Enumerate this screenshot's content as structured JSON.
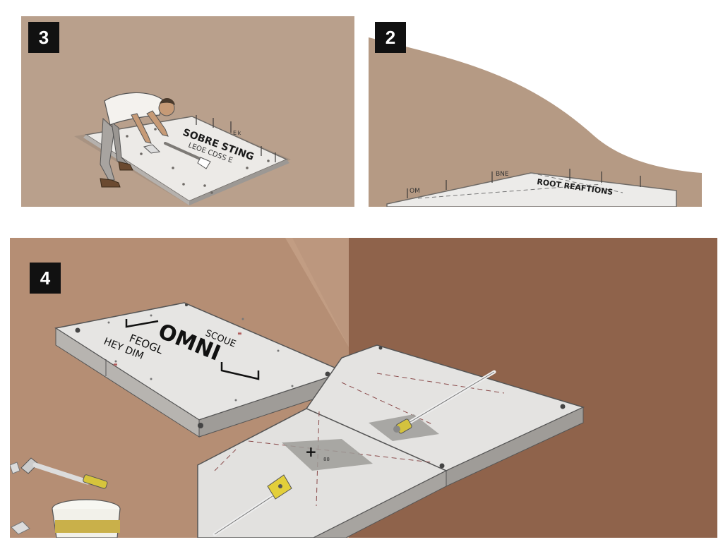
{
  "panels": {
    "panel3": {
      "step": "3",
      "slab_text": "SOBRE STING"
    },
    "panel2": {
      "step": "2",
      "slab_text": "ROOT REAFTIONS"
    },
    "panel4": {
      "step": "4",
      "slab_words": [
        "SCOUE",
        "OMNI",
        "FEOGL",
        "HEY DIM"
      ]
    }
  },
  "icons": [
    "worker",
    "trowel",
    "paint-roller",
    "paint-bucket",
    "scraper-tool",
    "level-tool"
  ]
}
